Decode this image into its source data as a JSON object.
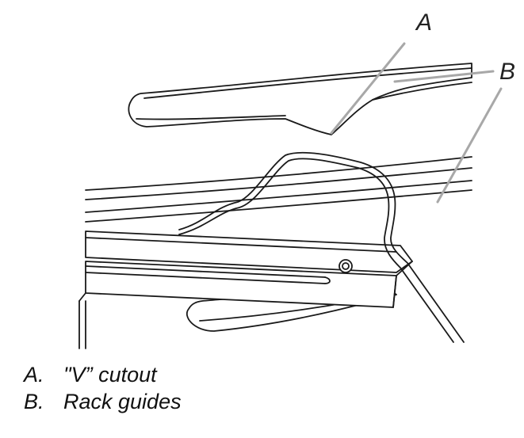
{
  "callouts": {
    "a": "A",
    "b": "B"
  },
  "legend": {
    "items": [
      {
        "key": "A.",
        "text": "\"V” cutout"
      },
      {
        "key": "B.",
        "text": "Rack guides"
      }
    ]
  },
  "colors": {
    "ink": "#1a1a1a",
    "leader": "#a8a8a8",
    "background": "#ffffff"
  }
}
